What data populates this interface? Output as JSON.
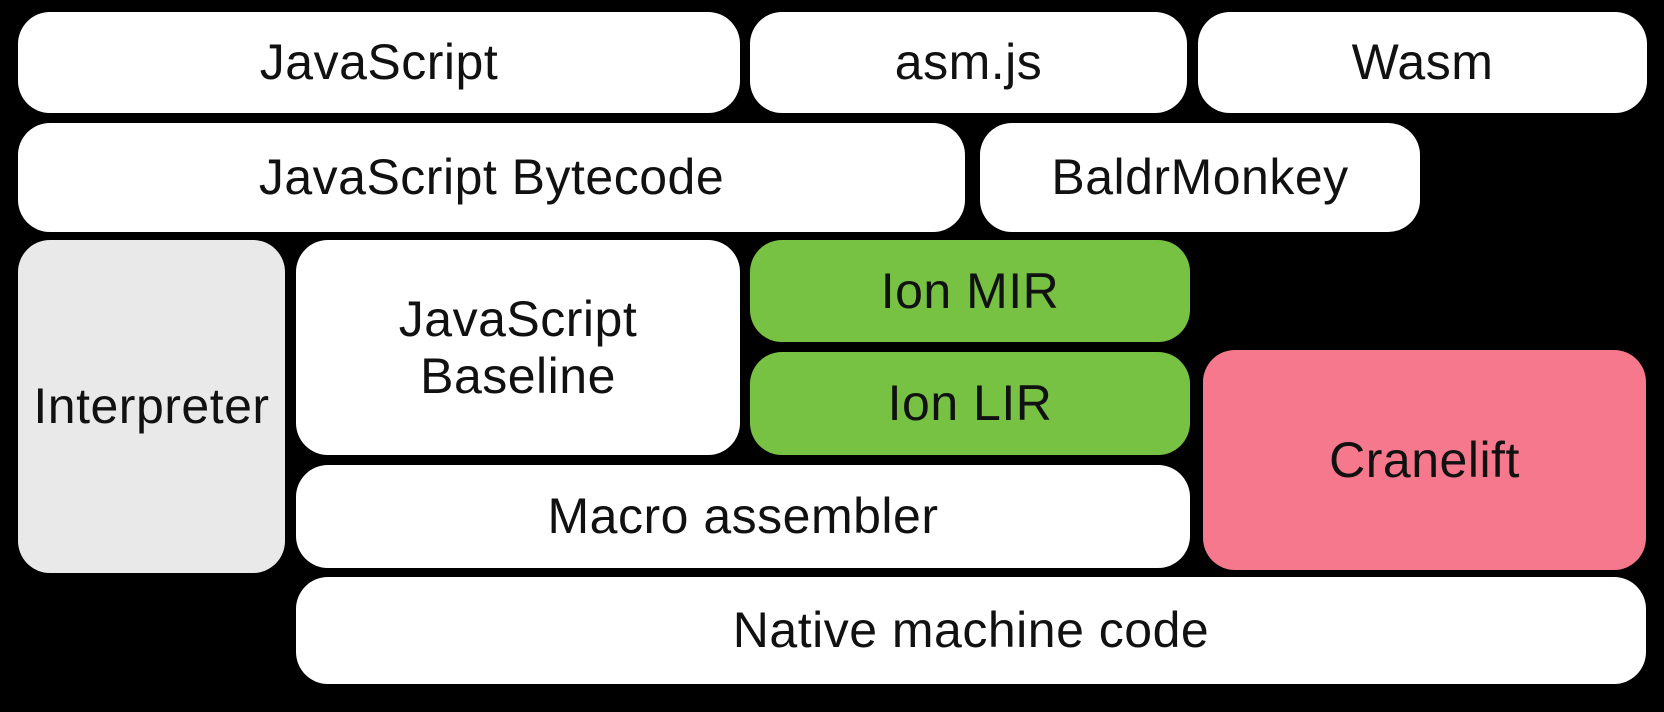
{
  "diagram": {
    "background_color": "#000000",
    "text_color": "#111111",
    "colors": {
      "white": "#ffffff",
      "gray": "#e9e9e9",
      "green": "#77c143",
      "pink": "#f6788c"
    },
    "boxes": [
      {
        "id": "javascript",
        "label": "JavaScript",
        "color": "white"
      },
      {
        "id": "asmjs",
        "label": "asm.js",
        "color": "white"
      },
      {
        "id": "wasm",
        "label": "Wasm",
        "color": "white"
      },
      {
        "id": "javascript-bytecode",
        "label": "JavaScript Bytecode",
        "color": "white"
      },
      {
        "id": "baldrmonkey",
        "label": "BaldrMonkey",
        "color": "white"
      },
      {
        "id": "interpreter",
        "label": "Interpreter",
        "color": "gray"
      },
      {
        "id": "javascript-baseline",
        "label": "JavaScript Baseline",
        "color": "white"
      },
      {
        "id": "ion-mir",
        "label": "Ion MIR",
        "color": "green"
      },
      {
        "id": "ion-lir",
        "label": "Ion LIR",
        "color": "green"
      },
      {
        "id": "cranelift",
        "label": "Cranelift",
        "color": "pink"
      },
      {
        "id": "macro-assembler",
        "label": "Macro assembler",
        "color": "white"
      },
      {
        "id": "native-machine-code",
        "label": "Native machine code",
        "color": "white"
      }
    ]
  }
}
